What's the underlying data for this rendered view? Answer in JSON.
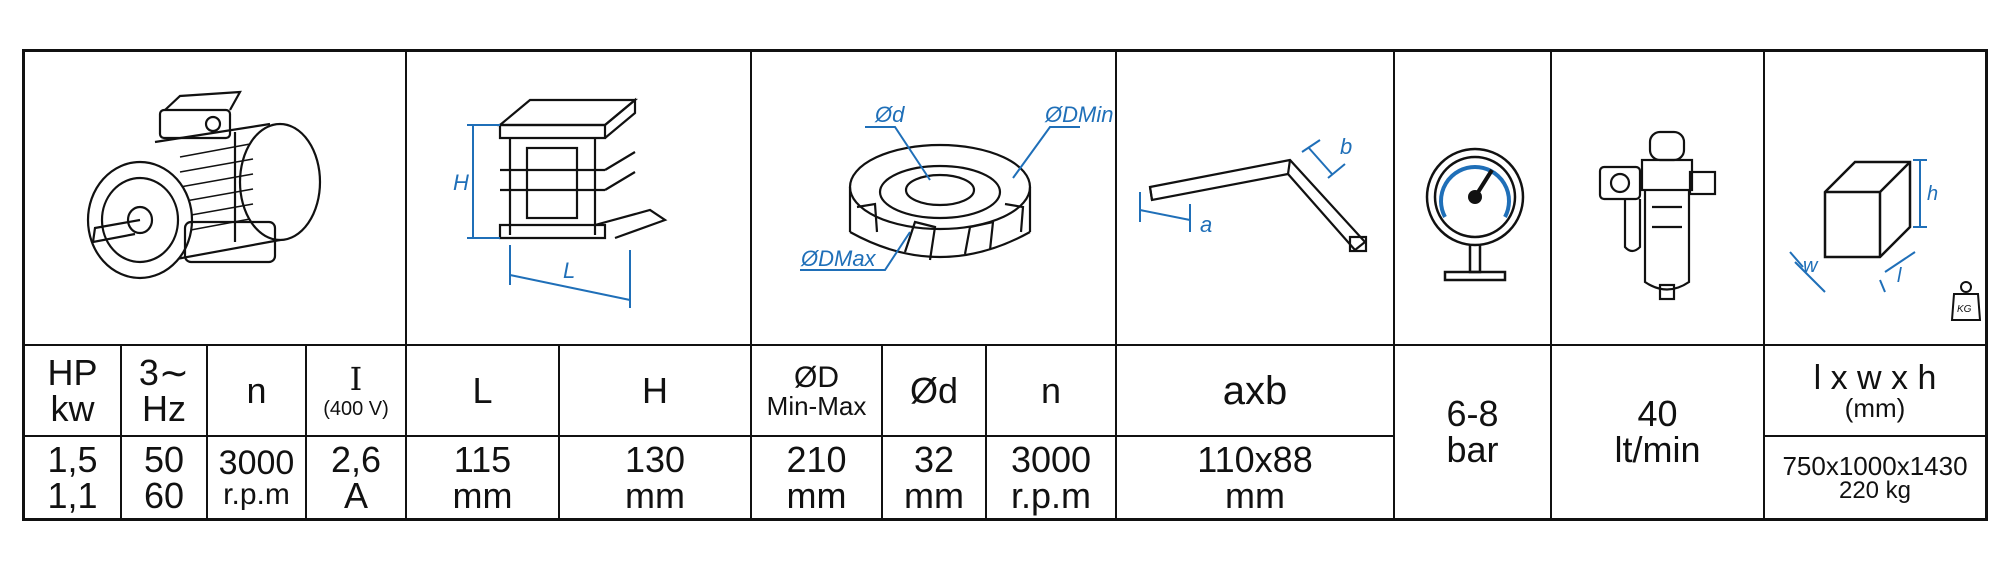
{
  "motor": {
    "power_units": [
      "HP",
      "kw"
    ],
    "power_values": [
      "1,5",
      "1,1"
    ],
    "phase_units": [
      "3∼",
      "Hz"
    ],
    "phase_values": [
      "50",
      "60"
    ],
    "speed_header": "n",
    "speed_values": [
      "3000",
      "r.p.m"
    ],
    "current_symbol": "I",
    "current_sub": "(400 V)",
    "current_values": [
      "2,6",
      "A"
    ]
  },
  "profile": {
    "length_header": "L",
    "length_values": [
      "115",
      "mm"
    ],
    "height_header": "H",
    "height_values": [
      "130",
      "mm"
    ],
    "diagram_labels": {
      "h": "H",
      "l": "L"
    }
  },
  "cutter": {
    "diameter_header": [
      "ØD",
      "Min-Max"
    ],
    "diameter_values": [
      "210",
      "mm"
    ],
    "bore_header": "Ød",
    "bore_values": [
      "32",
      "mm"
    ],
    "speed_header": "n",
    "speed_values": [
      "3000",
      "r.p.m"
    ],
    "diagram_labels": {
      "bore": "Ød",
      "dmin": "ØDMin",
      "dmax": "ØDMax"
    }
  },
  "section": {
    "header": "axb",
    "values": [
      "110x88",
      "mm"
    ],
    "diagram_labels": {
      "a": "a",
      "b": "b"
    }
  },
  "air": {
    "pressure_values": [
      "6-8",
      "bar"
    ],
    "consumption_values": [
      "40",
      "lt/min"
    ]
  },
  "dimensions": {
    "header": [
      "l x w x h",
      "(mm)"
    ],
    "values": [
      "750x1000x1430",
      "220 kg"
    ],
    "diagram_labels": {
      "l": "l",
      "w": "w",
      "h": "h",
      "weight": "KG"
    }
  },
  "colors": {
    "line": "#111111",
    "accent": "#1f6fb8"
  }
}
